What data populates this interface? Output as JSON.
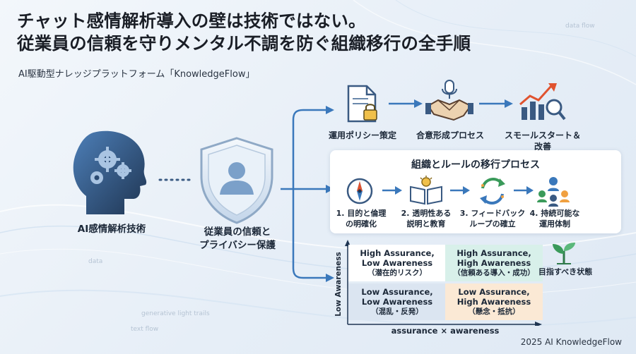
{
  "title": {
    "line1": "チャット感情解析導入の壁は技術ではない。",
    "line2": "従業員の信頼を守りメンタル不調を防ぐ組織移行の全手順"
  },
  "subtitle": "AI駆動型ナレッジプラットフォーム「KnowledgeFlow」",
  "left": {
    "ai_label": "AI感情解析技術",
    "shield_label_1": "従業員の信頼と",
    "shield_label_2": "プライバシー保護"
  },
  "top_flow": {
    "policy": "運用ポリシー策定",
    "consensus": "合意形成プロセス",
    "small_start_1": "スモールスタート＆",
    "small_start_2": "改善"
  },
  "process": {
    "title": "組織とルールの移行プロセス",
    "steps": [
      {
        "line1": "1. 目的と倫理",
        "line2": "の明確化"
      },
      {
        "line1": "2. 透明性ある",
        "line2": "説明と教育"
      },
      {
        "line1": "3. フィードバック",
        "line2": "ループの確立"
      },
      {
        "line1": "4. 持続可能な",
        "line2": "運用体制"
      }
    ]
  },
  "matrix": {
    "cells": {
      "top_left": {
        "l1": "High Assurance,",
        "l2": "Low Awareness",
        "l3": "（潜在的リスク）"
      },
      "top_right": {
        "l1": "High Assurance,",
        "l2": "High Awareness",
        "l3": "（信頼ある導入・成功）"
      },
      "bottom_left": {
        "l1": "Low Assurance,",
        "l2": "Low Awareness",
        "l3": "（混乱・反発）"
      },
      "bottom_right": {
        "l1": "Low Assurance,",
        "l2": "High Awareness",
        "l3": "（懸念・抵抗）"
      }
    },
    "y_axis": "Low Awareness",
    "x_axis": "assurance × awareness",
    "goal_label": "目指すべき状態"
  },
  "background_text": {
    "t1": "data flow",
    "t2": "data",
    "t3": "generative light trails",
    "t4": "text flow"
  },
  "footer": "2025 AI KnowledgeFlow",
  "colors": {
    "accent_blue": "#2f6fb0",
    "arrow_blue": "#3a78bb",
    "dark_navy": "#1f3552",
    "teal": "#d8f0ea",
    "peach": "#fbe9d5",
    "steel": "#dbe5f1"
  }
}
